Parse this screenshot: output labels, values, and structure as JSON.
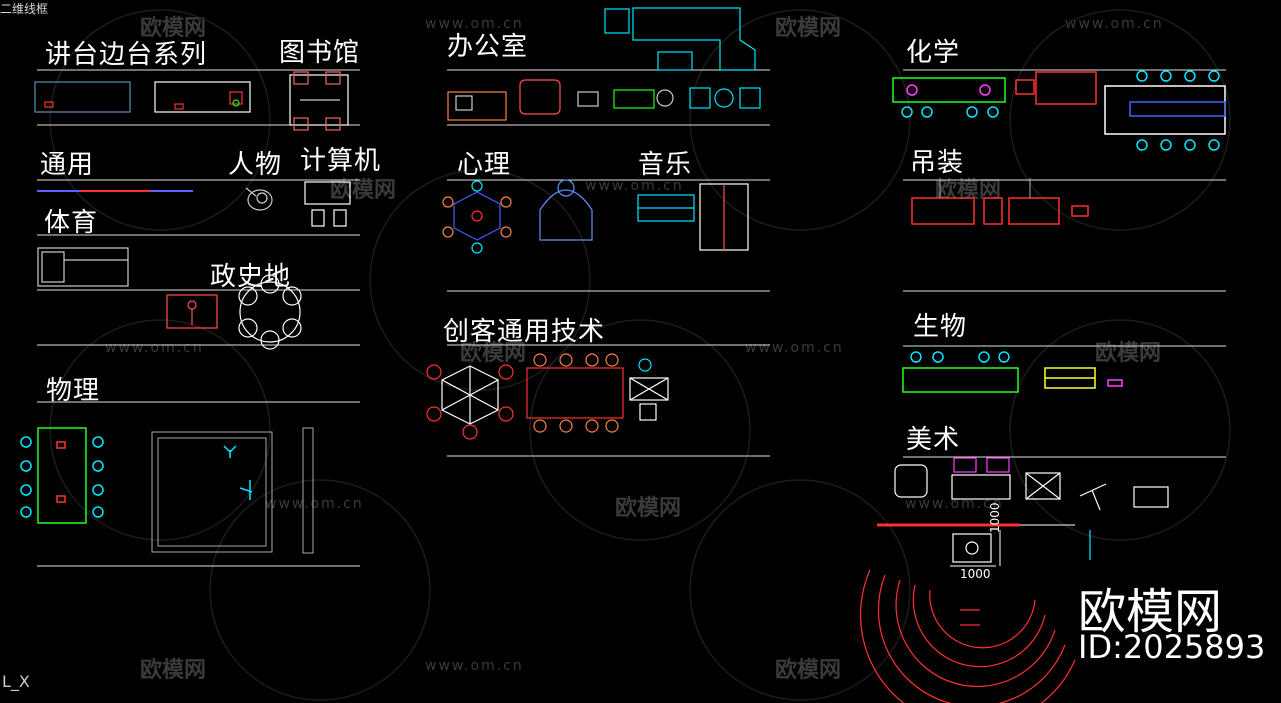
{
  "viewport": {
    "label": "二维线框"
  },
  "titles": {
    "podium": "讲台边台系列",
    "library": "图书馆",
    "office": "办公室",
    "chemistry": "化学",
    "general": "通用",
    "people": "人物",
    "computer": "计算机",
    "psychology": "心理",
    "music": "音乐",
    "hanging": "吊装",
    "sports": "体育",
    "politics": "政史地",
    "maker": "创客通用技术",
    "biology": "生物",
    "physics": "物理",
    "art": "美术"
  },
  "watermark": {
    "site": "www.om.cn",
    "brand": "欧模网"
  },
  "brand": {
    "name": "欧模网",
    "id": "ID:2025893"
  },
  "dimensions": {
    "width": "1000",
    "height": "1000"
  },
  "ucs": "L_X",
  "colors": {
    "background": "#000000",
    "line": "#ffffff",
    "cyan": "#00e5ff",
    "red": "#ff3030",
    "magenta": "#ff40ff",
    "green": "#20ff20",
    "yellow": "#ffff30",
    "blue": "#4060ff"
  }
}
